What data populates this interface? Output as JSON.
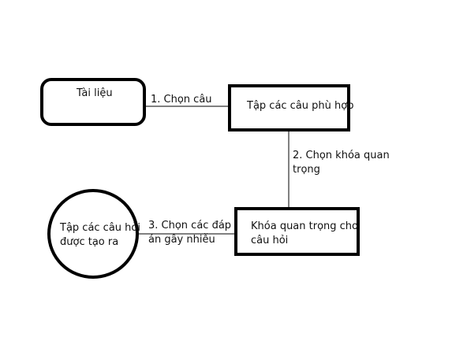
{
  "diagram": {
    "nodes": {
      "tai_lieu": "Tài liệu",
      "tap_cau_phu_hop": "Tập các câu phù hợp",
      "khoa_quan_trong": "Khóa quan trọng cho\ncâu hỏi",
      "tap_cau_hoi": "Tập các câu hỏi\nđược tạo ra"
    },
    "edges": {
      "step1": "1. Chọn câu",
      "step2": "2. Chọn khóa quan\ntrọng",
      "step3": "3. Chọn các đáp\nán gây nhiễu"
    }
  }
}
